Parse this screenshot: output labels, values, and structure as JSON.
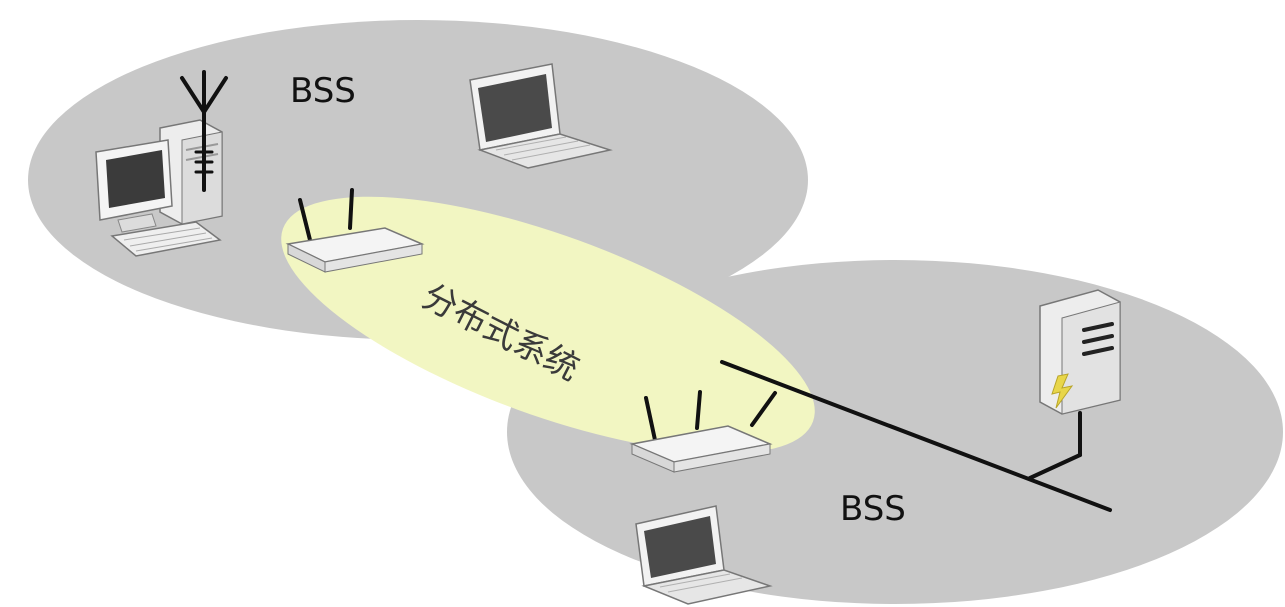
{
  "labels": {
    "bss_top": "BSS",
    "bss_bottom": "BSS",
    "distribution_system": "分布式系统"
  },
  "colors": {
    "bss_area": "#c8c8c8",
    "ds_area": "#f2f6c2",
    "wire": "#111111"
  },
  "icons": [
    "desktop-computer-icon",
    "antenna-icon",
    "laptop-icon",
    "access-point-icon",
    "server-icon"
  ]
}
